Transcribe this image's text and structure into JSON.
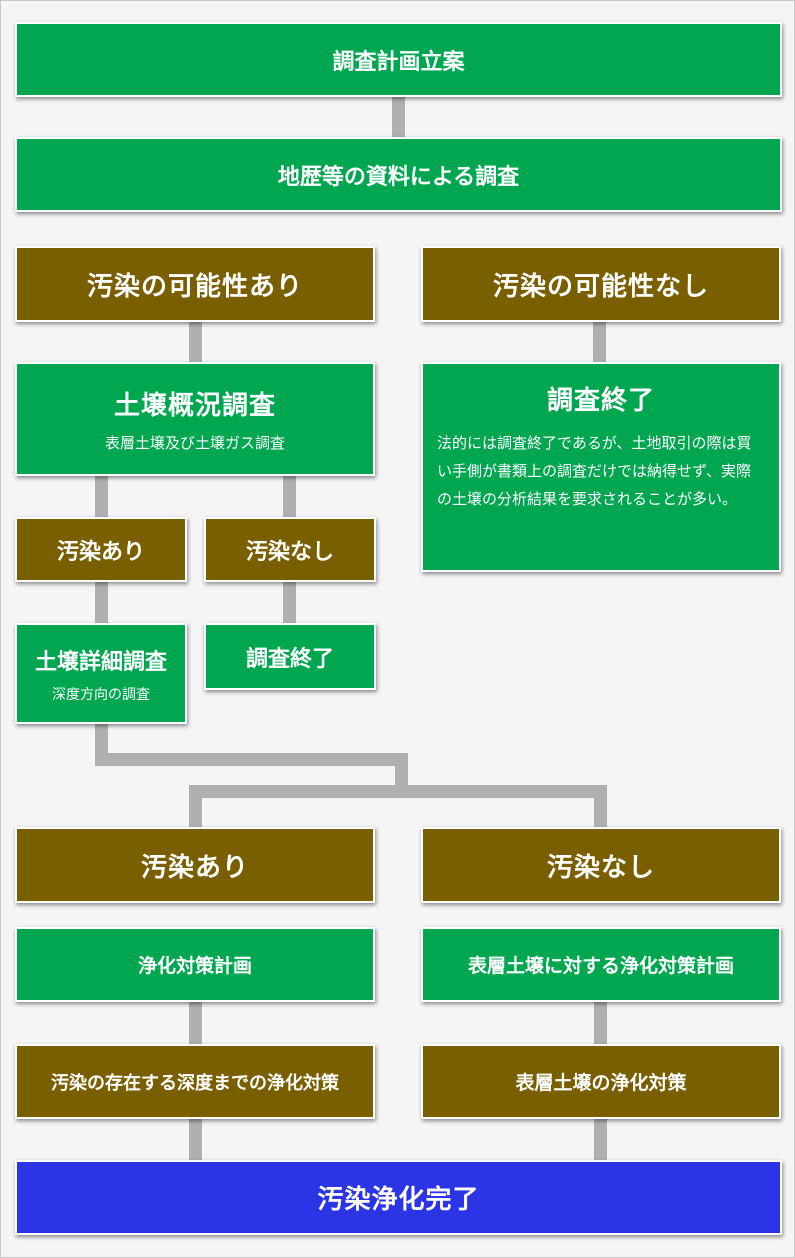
{
  "steps": {
    "plan": "調査計画立案",
    "records": "地歴等の資料による調査",
    "possible_yes": "汚染の可能性あり",
    "possible_no": "汚染の可能性なし",
    "overview_title": "土壌概況調査",
    "overview_sub": "表層土壌及び土壌ガス調査",
    "end_title": "調査終了",
    "end_note": "法的には調査終了であるが、土地取引の際は買い手側が書類上の調査だけでは納得せず、実際の土壌の分析結果を要求されることが多い。",
    "contam_yes_1": "汚染あり",
    "contam_no_1": "汚染なし",
    "detail_title": "土壌詳細調査",
    "detail_sub": "深度方向の調査",
    "end_small": "調査終了",
    "contam_yes_2": "汚染あり",
    "contam_no_2": "汚染なし",
    "plan_cleanup": "浄化対策計画",
    "plan_surface": "表層土壌に対する浄化対策計画",
    "cleanup_depth": "汚染の存在する深度までの浄化対策",
    "cleanup_surface": "表層土壌の浄化対策",
    "complete": "汚染浄化完了"
  },
  "colors": {
    "green": "#00a650",
    "olive": "#7a5f00",
    "blue": "#2b35e6",
    "connector": "#b0b0b0",
    "background": "#f5f5f5"
  }
}
